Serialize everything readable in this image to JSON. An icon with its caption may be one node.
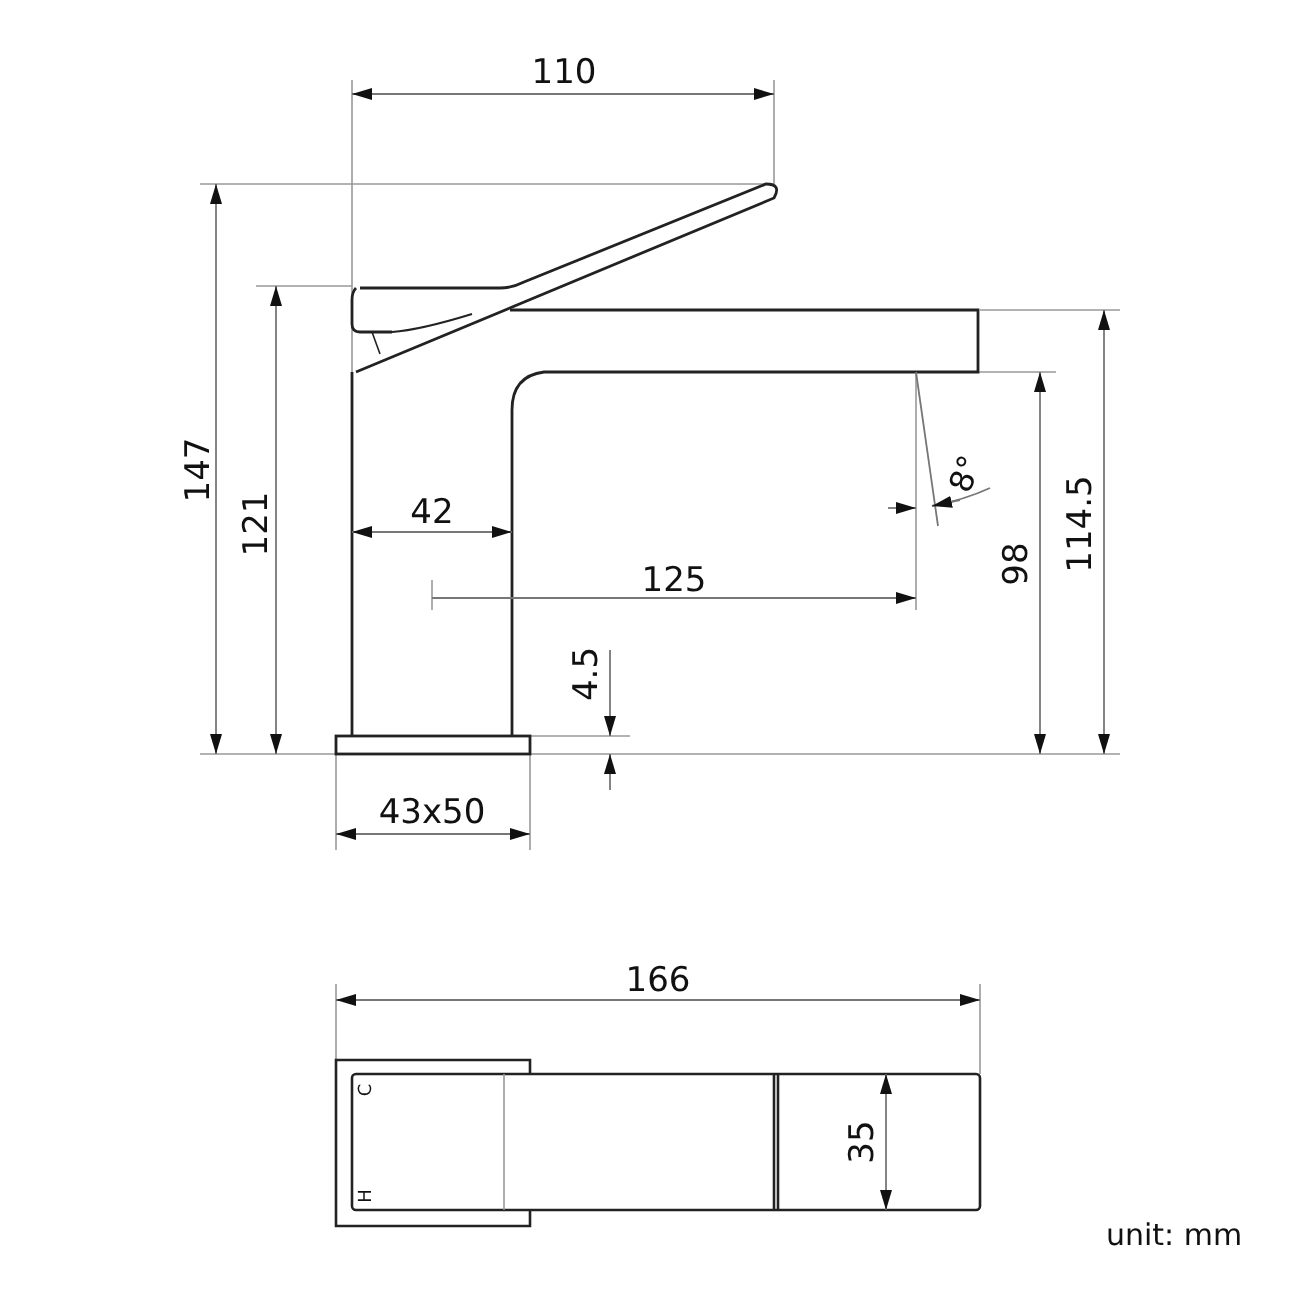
{
  "diagram": {
    "labels": [
      "110",
      "147",
      "121",
      "8°",
      "42",
      "125",
      "98",
      "114.5",
      "4.5",
      "43x50",
      "166",
      "C",
      "H",
      "35",
      "unit: mm"
    ]
  }
}
